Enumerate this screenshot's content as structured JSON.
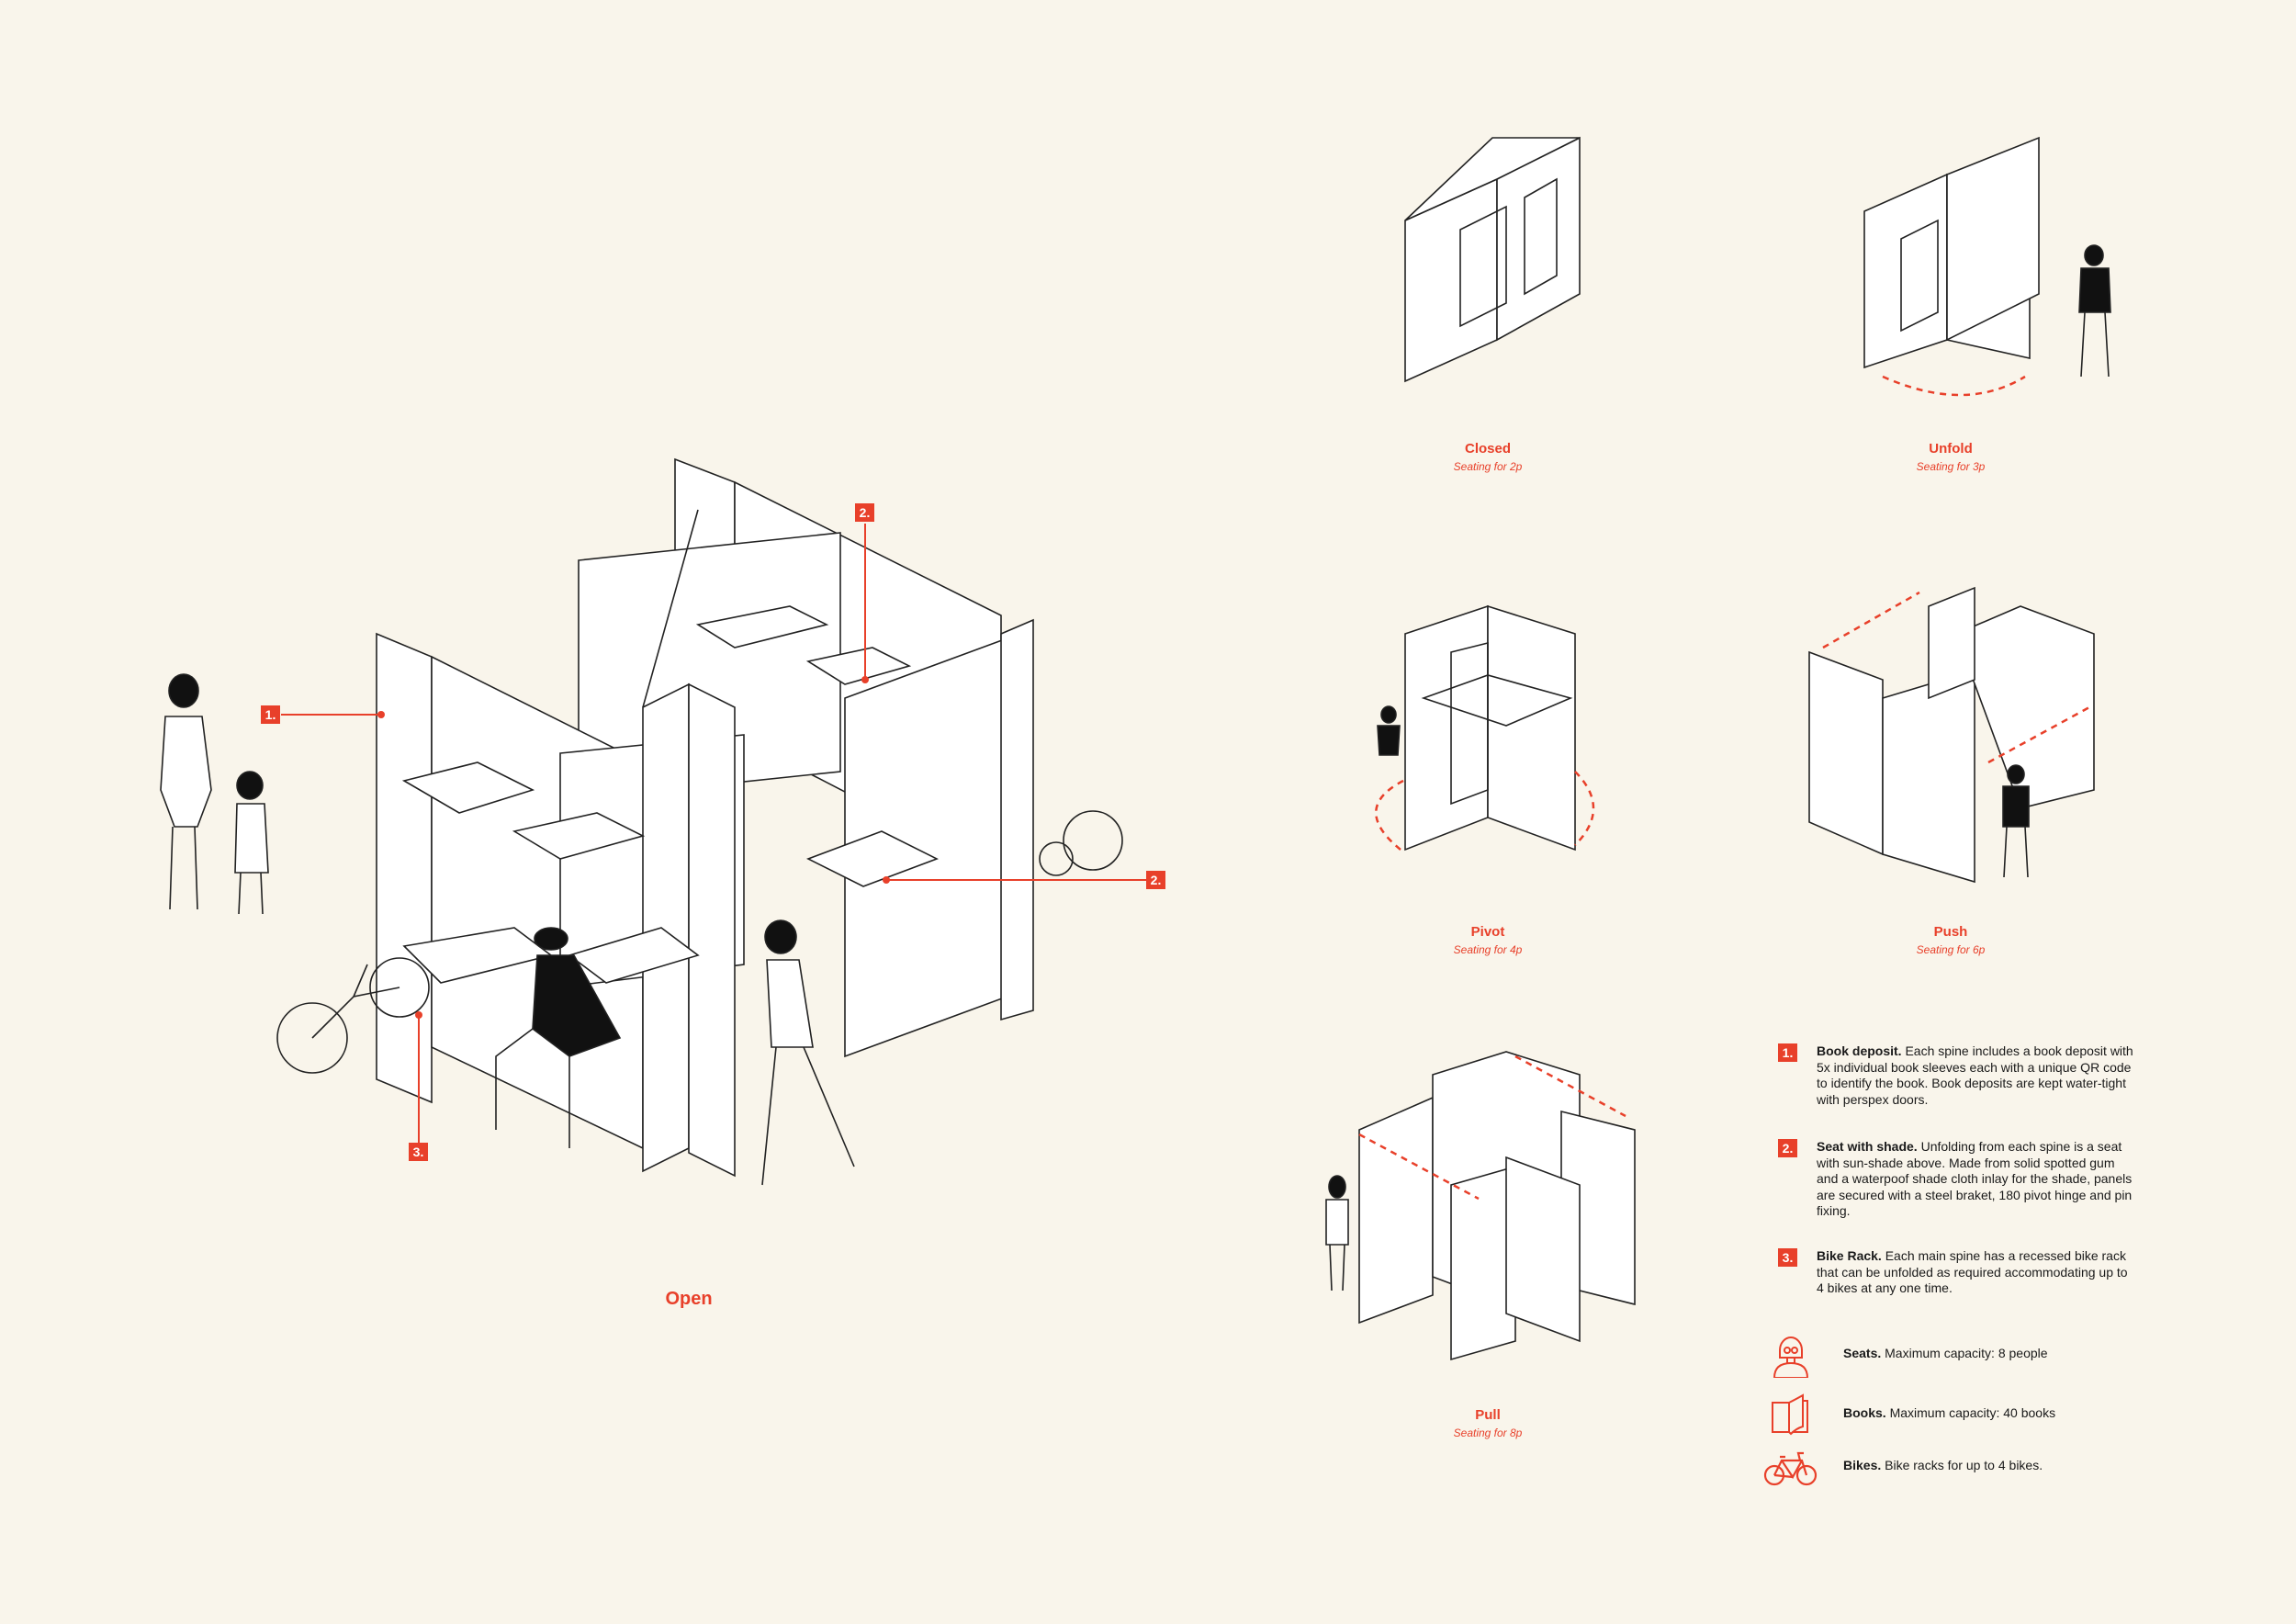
{
  "main_view": {
    "label": "Open",
    "callouts": [
      "1.",
      "2.",
      "2.",
      "3."
    ]
  },
  "configurations": [
    {
      "title": "Closed",
      "subtitle": "Seating for 2p"
    },
    {
      "title": "Unfold",
      "subtitle": "Seating for 3p"
    },
    {
      "title": "Pivot",
      "subtitle": "Seating for 4p"
    },
    {
      "title": "Push",
      "subtitle": "Seating for 6p"
    },
    {
      "title": "Pull",
      "subtitle": "Seating for 8p"
    }
  ],
  "notes": [
    {
      "number": "1.",
      "title": "Book deposit.",
      "text": "Each spine includes a book deposit with 5x individual book sleeves each with a unique QR code to identify the book. Book deposits are kept water-tight with perspex doors."
    },
    {
      "number": "2.",
      "title": "Seat with shade.",
      "text": "Unfolding from each spine is a seat with sun-shade above. Made from solid spotted gum and a waterpoof shade cloth inlay for the shade, panels are secured with a steel braket, 180 pivot hinge and pin fixing."
    },
    {
      "number": "3.",
      "title": "Bike Rack.",
      "text": "Each main spine has a recessed bike rack that can be unfolded as required accommodating up to 4 bikes at any one time."
    }
  ],
  "capacities": [
    {
      "icon": "person-icon",
      "title": "Seats.",
      "text": "Maximum capacity: 8 people"
    },
    {
      "icon": "book-icon",
      "title": "Books.",
      "text": "Maximum capacity: 40 books"
    },
    {
      "icon": "bicycle-icon",
      "title": "Bikes.",
      "text": "Bike racks for up to 4 bikes."
    }
  ],
  "colors": {
    "accent": "#e8402a",
    "background": "#f9f5eb",
    "line": "#1a1a1a"
  }
}
